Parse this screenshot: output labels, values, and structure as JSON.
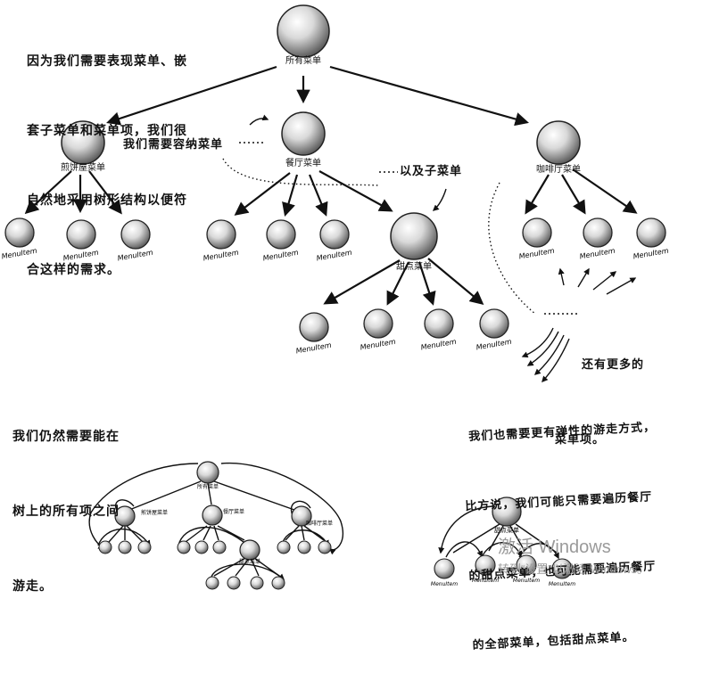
{
  "labels": {
    "all_menus": "所有菜单",
    "pancake_menu": "煎饼屋菜单",
    "diner_menu": "餐厅菜单",
    "cafe_menu": "咖啡厅菜单",
    "dessert_menu": "甜点菜单",
    "menu_item": "MenuItem"
  },
  "annotations": {
    "intro": [
      "因为我们需要表现菜单、嵌",
      "套子菜单和菜单项，我们很",
      "自然地采用树形结构以便符",
      "合这样的需求。"
    ],
    "accommodate_menus": "我们需要容纳菜单",
    "and_submenus": "以及子菜单",
    "more_items": [
      "还有更多的",
      "菜单项。"
    ],
    "traverse_all": [
      "我们仍然需要能在",
      "树上的所有项之间",
      "游走。"
    ],
    "flexible_traverse": [
      "我们也需要更有弹性的游走方式，",
      "比方说，我们可能只需要遍历餐厅",
      "的甜点菜单，也可能需要遍历餐厅",
      "的全部菜单，包括甜点菜单。"
    ]
  },
  "watermark": {
    "title": "激活 Windows",
    "subtitle": "转到“设置”以激活 Windows。"
  }
}
